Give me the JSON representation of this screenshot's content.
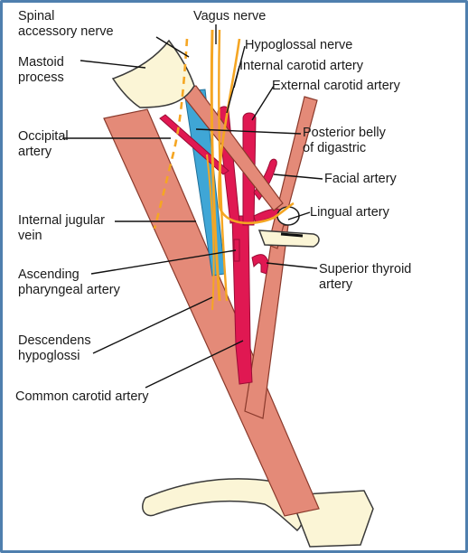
{
  "labels": {
    "vagus": "Vagus nerve",
    "spinal_accessory_1": "Spinal",
    "spinal_accessory_2": "accessory nerve",
    "hypoglossal": "Hypoglossal nerve",
    "mastoid_1": "Mastoid",
    "mastoid_2": "process",
    "internal_carotid": "Internal carotid artery",
    "external_carotid": "External carotid artery",
    "occipital_1": "Occipital",
    "occipital_2": "artery",
    "posterior_belly_1": "Posterior belly",
    "posterior_belly_2": "of digastric",
    "facial": "Facial artery",
    "lingual": "Lingual artery",
    "internal_jugular_1": "Internal jugular",
    "internal_jugular_2": "vein",
    "ascending_pharyngeal_1": "Ascending",
    "ascending_pharyngeal_2": "pharyngeal artery",
    "superior_thyroid_1": "Superior thyroid",
    "superior_thyroid_2": "artery",
    "descendens_1": "Descendens",
    "descendens_2": "hypoglossi",
    "common_carotid": "Common carotid artery"
  },
  "colors": {
    "frame": "#4f7fae",
    "muscle": "#e48a78",
    "muscle_outline": "#8a3a2c",
    "artery": "#e01852",
    "vein": "#3fa6d6",
    "nerve": "#f5a623",
    "bone": "#fbf5d6"
  }
}
